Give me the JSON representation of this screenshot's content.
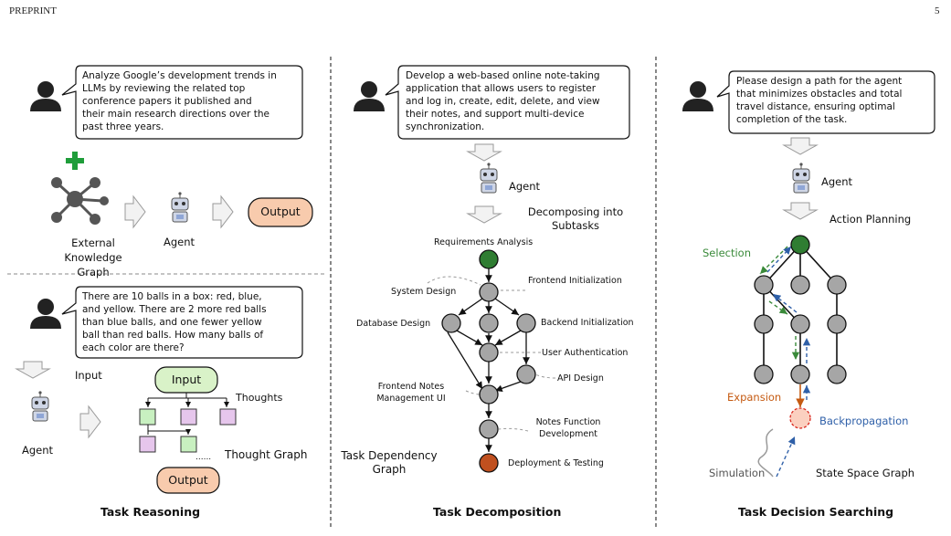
{
  "header": {
    "left": "PREPRINT",
    "page_number": "5"
  },
  "reasoning": {
    "prompt_top": "Analyze Google’s development trends in\nLLMs by reviewing the related top\nconference papers it published and\ntheir main research directions over the\npast three years.",
    "external_kg_label": "External\nKnowledge Graph",
    "agent_label": "Agent",
    "output_label": "Output",
    "prompt_bottom": "There are 10 balls in a box: red, blue,\nand yellow. There are 2 more red balls\nthan blue balls, and one fewer yellow\nball than red balls. How many balls of\neach color are there?",
    "input_arrow_label": "Input",
    "agent_label_2": "Agent",
    "input_box": "Input",
    "thoughts_label": "Thoughts",
    "ellipsis": "......",
    "thought_graph_label": "Thought Graph",
    "output_box": "Output",
    "title": "Task Reasoning"
  },
  "decomposition": {
    "prompt": "Develop a web-based online note-taking\napplication that allows users to register\nand log in, create, edit, delete, and view\ntheir notes, and support multi-device\nsynchronization.",
    "agent_label": "Agent",
    "decomposing_label": "Decomposing into\nSubtasks",
    "nodes": {
      "requirements": "Requirements Analysis",
      "frontend_init": "Frontend Initialization",
      "system_design": "System Design",
      "database_design": "Database Design",
      "backend_init": "Backend Initialization",
      "user_auth": "User Authentication",
      "api_design": "API Design",
      "frontend_notes": "Frontend Notes\nManagement UI",
      "notes_function": "Notes Function\nDevelopment",
      "deployment": "Deployment & Testing"
    },
    "graph_label": "Task Dependency\nGraph",
    "title": "Task Decomposition"
  },
  "searching": {
    "prompt": "Please design a path for the agent\nthat minimizes obstacles and total\ntravel distance, ensuring optimal\ncompletion of the task.",
    "agent_label": "Agent",
    "action_planning_label": "Action Planning",
    "selection_label": "Selection",
    "expansion_label": "Expansion",
    "backprop_label": "Backpropagation",
    "simulation_label": "Simulation",
    "state_space_label": "State Space Graph",
    "title": "Task Decision Searching"
  },
  "colors": {
    "node_gray": "#a6a6a6",
    "root_green": "#2f7d32",
    "end_orange": "#c0501f",
    "output_fill": "#f8cbad",
    "input_fill": "#d9f2c8",
    "thought_green": "#c8f0c0",
    "thought_purple": "#e6c6ec",
    "selection_green": "#3a8a3a",
    "expansion_orange": "#c55a11",
    "backprop_blue": "#2e5fa8",
    "plus_green": "#1f9d3a"
  }
}
